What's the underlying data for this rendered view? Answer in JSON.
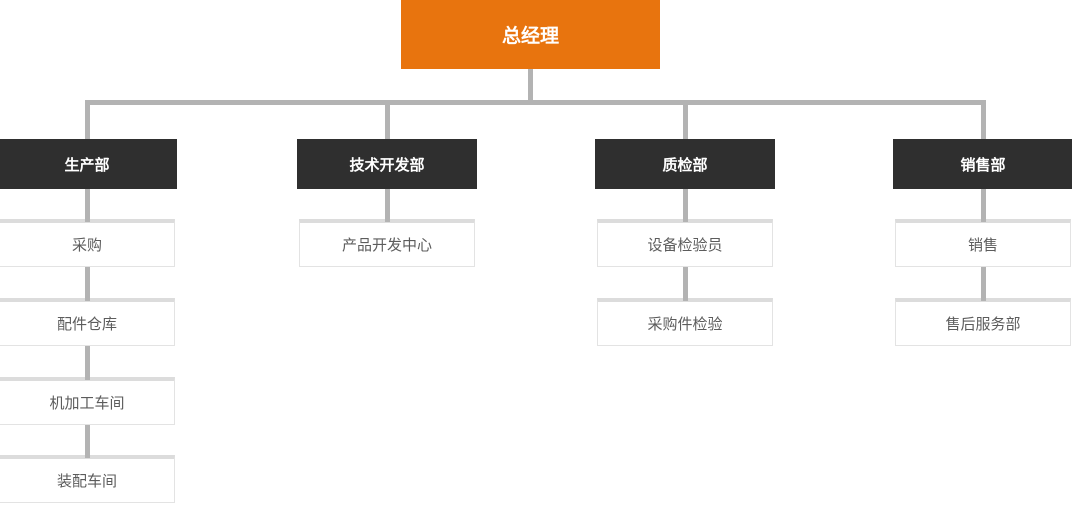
{
  "org_chart": {
    "root": {
      "label": "总经理"
    },
    "departments": [
      {
        "label": "生产部",
        "children": [
          "采购",
          "配件仓库",
          "机加工车间",
          "装配车间"
        ]
      },
      {
        "label": "技术开发部",
        "children": [
          "产品开发中心"
        ]
      },
      {
        "label": "质检部",
        "children": [
          "设备检验员",
          "采购件检验"
        ]
      },
      {
        "label": "销售部",
        "children": [
          "销售",
          "售后服务部"
        ]
      }
    ],
    "colors": {
      "root_bg": "#e8740e",
      "department_bg": "#2f2f2f",
      "connector": "#b3b3b3",
      "leaf_border": "#e3e3e3",
      "leaf_top_edge": "#dcdcdc",
      "leaf_text": "#5c5c5c",
      "inverse_text": "#ffffff"
    }
  }
}
